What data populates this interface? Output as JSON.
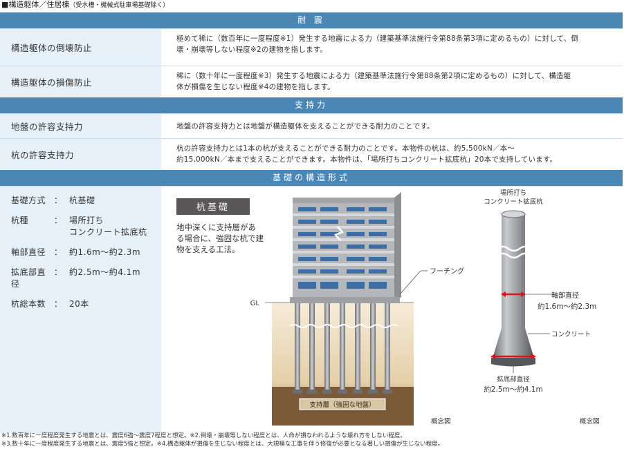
{
  "page_title": "■構造躯体／住居棟",
  "page_title_note": "（受水槽・機械式駐車場基礎除く）",
  "sections": {
    "seismic": {
      "header": "耐 震",
      "rows": [
        {
          "label": "構造躯体の倒壊防止",
          "line1": "極めて稀に（数百年に一度程度※1）発生する地震による力（建築基準法施行令第88条第3項に定めるもの）に対して、倒",
          "line2": "壊・崩壊等しない程度※2の建物を指します。"
        },
        {
          "label": "構造躯体の損傷防止",
          "line1": "稀に（数十年に一度程度※3）発生する地震による力（建築基準法施行令第88条第2項に定めるもの）に対して、構造躯",
          "line2": "体が損傷を生じない程度※4の建物を指します。"
        }
      ]
    },
    "bearing": {
      "header": "支持力",
      "rows": [
        {
          "label": "地盤の許容支持力",
          "line1": "地盤の許容支持力とは地盤が構造躯体を支えることができる耐力のことです。"
        },
        {
          "label": "杭の許容支持力",
          "line1": "杭の許容支持力とは1本の杭が支えることができる耐力のことです。本物件の杭は、約5,500kN／本〜",
          "line2": "約15,000kN／本まで支えることができます。本物件は、「場所打ちコンクリート拡底杭」20本で支持しています。"
        }
      ]
    },
    "foundation": {
      "header": "基礎の構造形式",
      "specs": [
        {
          "key": "基礎方式",
          "sep": "：",
          "value": "杭基礎",
          "value2": ""
        },
        {
          "key": "杭種",
          "sep": "：",
          "value": "場所打ち",
          "value2": "コンクリート拡底杭"
        },
        {
          "key": "軸部直径",
          "sep": "：",
          "value": "約1.6m〜約2.3m",
          "value2": ""
        },
        {
          "key": "拡底部直径",
          "sep": "：",
          "value": "約2.5m〜約4.1m",
          "value2": ""
        },
        {
          "key": "杭総本数",
          "sep": "：",
          "value": "20本",
          "value2": ""
        }
      ],
      "diagram": {
        "badge": "杭基礎",
        "desc": [
          "地中深くに支持層があ",
          "る場合に、強固な杭で建",
          "物を支える工法。"
        ],
        "gl": "GL",
        "footing": "フーチング",
        "bearing_layer": "支持層（強固な地盤）",
        "concept1": "概念図",
        "pile_title": [
          "場所打ち",
          "コンクリート拡底杭"
        ],
        "shaft_label": "軸部直径",
        "shaft_value": "約1.6m〜約2.3m",
        "concrete": "コンクリート",
        "base_label": "拡底部直径",
        "base_value": "約2.5m〜約4.1m",
        "concept2": "概念図"
      }
    }
  },
  "footnotes": [
    "※1.数百年に一度程度発生する地震とは、震度6強〜震度7程度と想定。※2.倒壊・崩壊等しない程度とは、人命が損なわれるような壊れ方をしない程度。",
    "※3.数十年に一度程度発生する地震とは、震度5強と想定。※4.構造躯体が損傷を生じない程度とは、大規模な工事を伴う修復が必要となる著しい損傷が生じない程度。"
  ],
  "colors": {
    "header_bg": "#4b87b4",
    "label_bg": "#e6f0f8",
    "arrow": "#d9141f",
    "soil": "#f3e6cf",
    "bearing": "#7d5a37"
  }
}
